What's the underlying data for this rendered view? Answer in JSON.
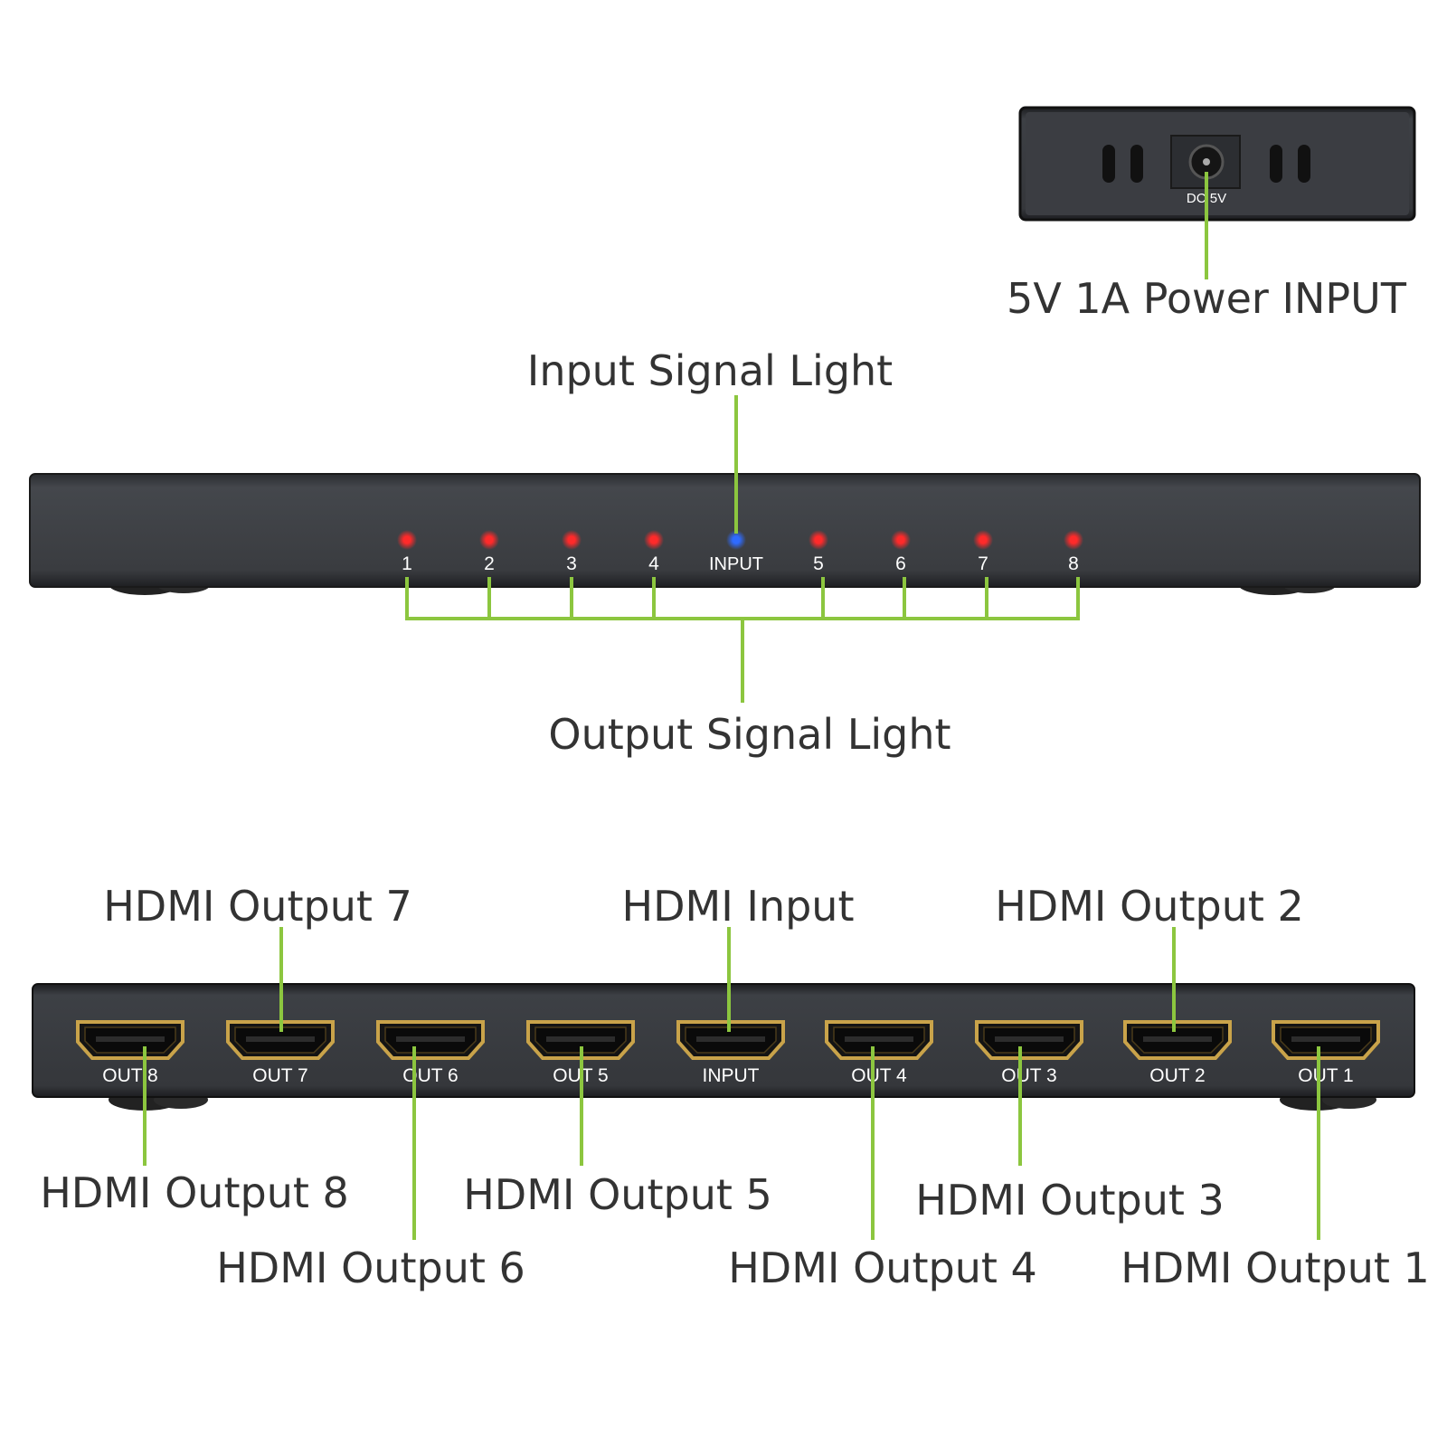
{
  "colors": {
    "accent_leader": "#8cc63f",
    "device_body": "#3a3c40",
    "led_red": "#ff2a2a",
    "led_blue": "#2f6bff",
    "port_gold": "#c9a34a",
    "label_text": "#333333"
  },
  "power_panel": {
    "port_label": "DC 5V",
    "callout": "5V 1A Power INPUT"
  },
  "front_panel": {
    "input_callout": "Input Signal Light",
    "output_callout": "Output Signal Light",
    "leds": [
      {
        "label": "1",
        "color": "red"
      },
      {
        "label": "2",
        "color": "red"
      },
      {
        "label": "3",
        "color": "red"
      },
      {
        "label": "4",
        "color": "red"
      },
      {
        "label": "INPUT",
        "color": "blue"
      },
      {
        "label": "5",
        "color": "red"
      },
      {
        "label": "6",
        "color": "red"
      },
      {
        "label": "7",
        "color": "red"
      },
      {
        "label": "8",
        "color": "red"
      }
    ]
  },
  "back_panel": {
    "ports": [
      {
        "label": "OUT 8"
      },
      {
        "label": "OUT 7"
      },
      {
        "label": "OUT 6"
      },
      {
        "label": "OUT 5"
      },
      {
        "label": "INPUT"
      },
      {
        "label": "OUT 4"
      },
      {
        "label": "OUT 3"
      },
      {
        "label": "OUT 2"
      },
      {
        "label": "OUT 1"
      }
    ],
    "callouts": {
      "out7": "HDMI Output 7",
      "input": "HDMI Input",
      "out2": "HDMI Output 2",
      "out8": "HDMI Output 8",
      "out5": "HDMI Output 5",
      "out3": "HDMI Output 3",
      "out6": "HDMI Output 6",
      "out4": "HDMI Output 4",
      "out1": "HDMI Output 1"
    }
  }
}
